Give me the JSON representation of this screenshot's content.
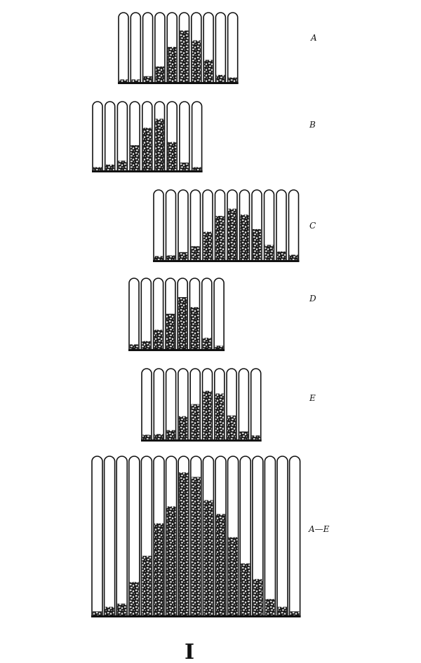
{
  "colors": {
    "ink": "#111111",
    "paper": "#ffffff",
    "fill": "#1a1a1a",
    "fill_light": "#e8e8e8"
  },
  "figure_number": "I",
  "panels": [
    {
      "label": "A",
      "levels": [
        0.05,
        0.05,
        0.1,
        0.25,
        0.55,
        0.8,
        0.65,
        0.35,
        0.12,
        0.08
      ]
    },
    {
      "label": "B",
      "levels": [
        0.06,
        0.1,
        0.16,
        0.4,
        0.67,
        0.81,
        0.45,
        0.13,
        0.06
      ]
    },
    {
      "label": "C",
      "levels": [
        0.07,
        0.08,
        0.13,
        0.22,
        0.44,
        0.68,
        0.79,
        0.7,
        0.48,
        0.24,
        0.14,
        0.09
      ]
    },
    {
      "label": "D",
      "levels": [
        0.08,
        0.13,
        0.3,
        0.54,
        0.79,
        0.64,
        0.18,
        0.06
      ]
    },
    {
      "label": "E",
      "levels": [
        0.08,
        0.09,
        0.15,
        0.36,
        0.54,
        0.74,
        0.7,
        0.37,
        0.13,
        0.07
      ]
    },
    {
      "label": "A—E",
      "levels": [
        0.03,
        0.06,
        0.08,
        0.22,
        0.39,
        0.6,
        0.71,
        0.93,
        0.9,
        0.75,
        0.66,
        0.51,
        0.34,
        0.24,
        0.11,
        0.06,
        0.03
      ]
    }
  ]
}
